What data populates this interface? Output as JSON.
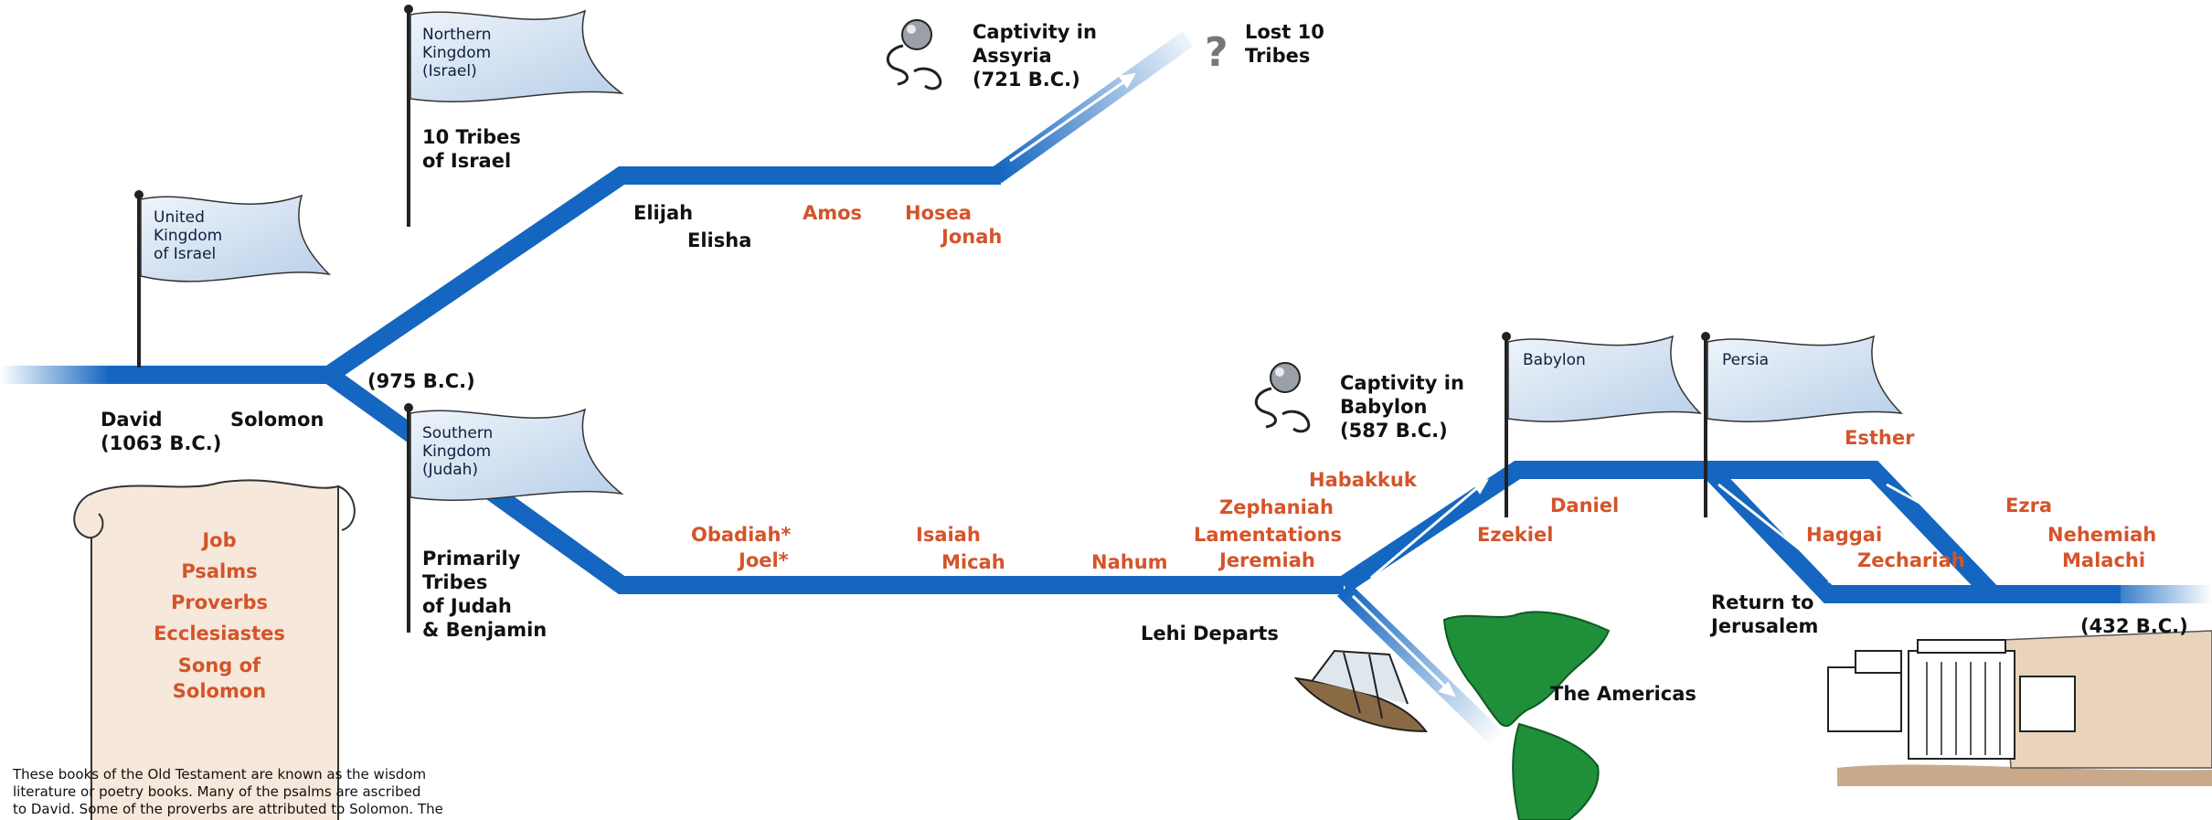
{
  "united_flag": {
    "label": "United\nKingdom\nof Israel"
  },
  "northern_flag": {
    "label": "Northern\nKingdom\n(Israel)",
    "note": "10 Tribes\nof Israel"
  },
  "southern_flag": {
    "label": "Southern\nKingdom\n(Judah)",
    "note": "Primarily\nTribes\nof Judah\n& Benjamin"
  },
  "babylon_flag": {
    "label": "Babylon"
  },
  "persia_flag": {
    "label": "Persia"
  },
  "david": "David\n(1063 B.C.)",
  "solomon": "Solomon",
  "split_date": "(975 B.C.)",
  "assyria_captivity": "Captivity in\nAssyria\n(721 B.C.)",
  "lost_tribes": "Lost 10\nTribes",
  "babylon_captivity": "Captivity in\nBabylon\n(587 B.C.)",
  "end_date": "(432 B.C.)",
  "lehi": "Lehi Departs",
  "americas": "The Americas",
  "return": "Return to\nJerusalem",
  "northern_prophets": {
    "elijah": "Elijah",
    "elisha": "Elisha",
    "amos": "Amos",
    "hosea": "Hosea",
    "jonah": "Jonah"
  },
  "southern_prophets": {
    "obadiah": "Obadiah*",
    "joel": "Joel*",
    "isaiah": "Isaiah",
    "micah": "Micah",
    "nahum": "Nahum",
    "habakkuk": "Habakkuk",
    "zephaniah": "Zephaniah",
    "lamentations": "Lamentations",
    "jeremiah": "Jeremiah",
    "ezekiel": "Ezekiel",
    "daniel": "Daniel",
    "esther": "Esther",
    "haggai": "Haggai",
    "zechariah": "Zechariah",
    "ezra": "Ezra",
    "nehemiah": "Nehemiah",
    "malachi": "Malachi"
  },
  "scroll_books": [
    "Job",
    "Psalms",
    "Proverbs",
    "Ecclesiastes",
    "Song of\nSolomon"
  ],
  "caption": "These books of the Old Testament are known as the wisdom\nliterature or poetry books. Many of the psalms are ascribed\nto David. Some of the proverbs are attributed to Solomon. The",
  "colors": {
    "path": "#1466c0",
    "prophet_text": "#d4542a",
    "land": "#1f8f3a",
    "flag_fill": "#dce8f6"
  },
  "icons": {
    "chains": "chains-icon",
    "question": "question-mark-icon",
    "ship": "ship-icon",
    "temple": "temple-icon",
    "map": "americas-map-icon",
    "scroll": "scroll-icon"
  }
}
